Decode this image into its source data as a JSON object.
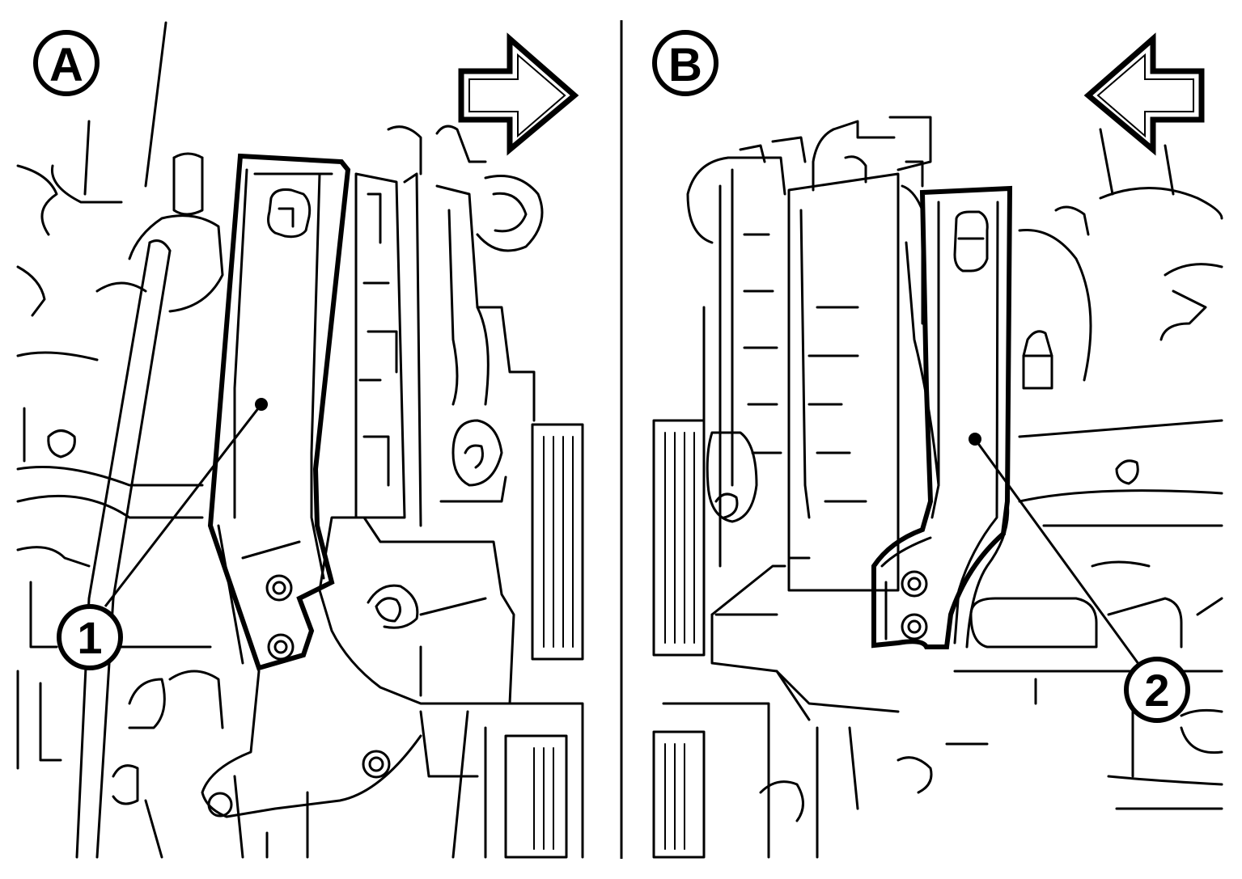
{
  "panels": [
    {
      "id": "A",
      "label": "A",
      "arrow_direction": "right",
      "callout": "1"
    },
    {
      "id": "B",
      "label": "B",
      "arrow_direction": "left",
      "callout": "2"
    }
  ],
  "colors": {
    "ink": "#000000",
    "paper": "#ffffff"
  }
}
